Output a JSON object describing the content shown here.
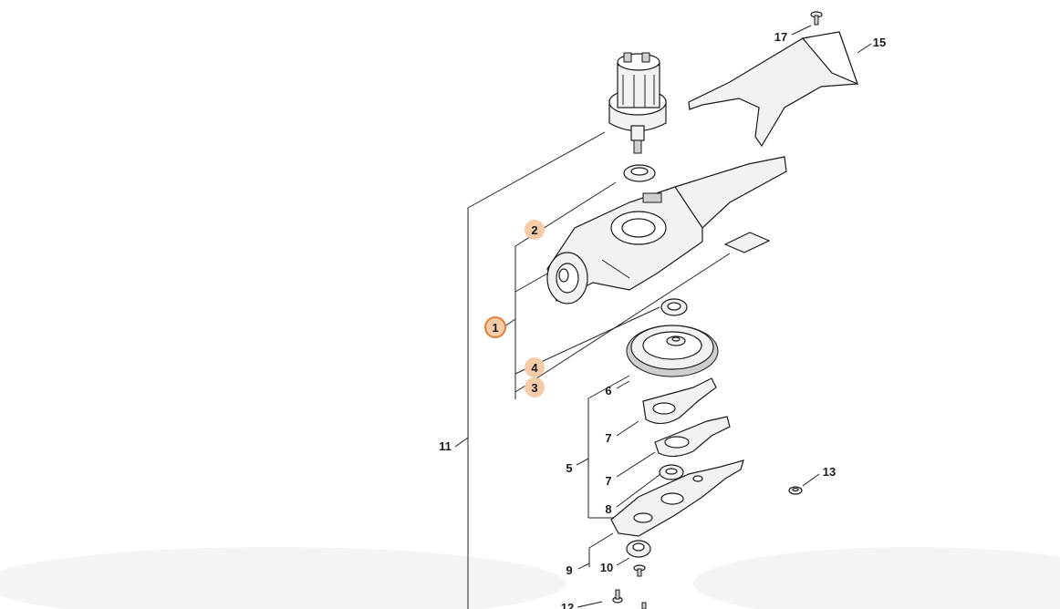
{
  "diagram": {
    "callouts": [
      {
        "id": "c1",
        "label": "1",
        "highlight": "ring"
      },
      {
        "id": "c2",
        "label": "2",
        "highlight": "soft"
      },
      {
        "id": "c3",
        "label": "3",
        "highlight": "soft"
      },
      {
        "id": "c4",
        "label": "4",
        "highlight": "soft"
      },
      {
        "id": "c5",
        "label": "5"
      },
      {
        "id": "c6",
        "label": "6"
      },
      {
        "id": "c7a",
        "label": "7"
      },
      {
        "id": "c7b",
        "label": "7"
      },
      {
        "id": "c8",
        "label": "8"
      },
      {
        "id": "c9",
        "label": "9"
      },
      {
        "id": "c10",
        "label": "10"
      },
      {
        "id": "c11",
        "label": "11"
      },
      {
        "id": "c12",
        "label": "12"
      },
      {
        "id": "c13",
        "label": "13"
      },
      {
        "id": "c15",
        "label": "15"
      },
      {
        "id": "c17",
        "label": "17"
      }
    ],
    "colors": {
      "highlight_fill": "#f6cba8",
      "highlight_ring": "#e0803a",
      "line": "#222222",
      "part_fill": "#f2f2f2"
    }
  }
}
